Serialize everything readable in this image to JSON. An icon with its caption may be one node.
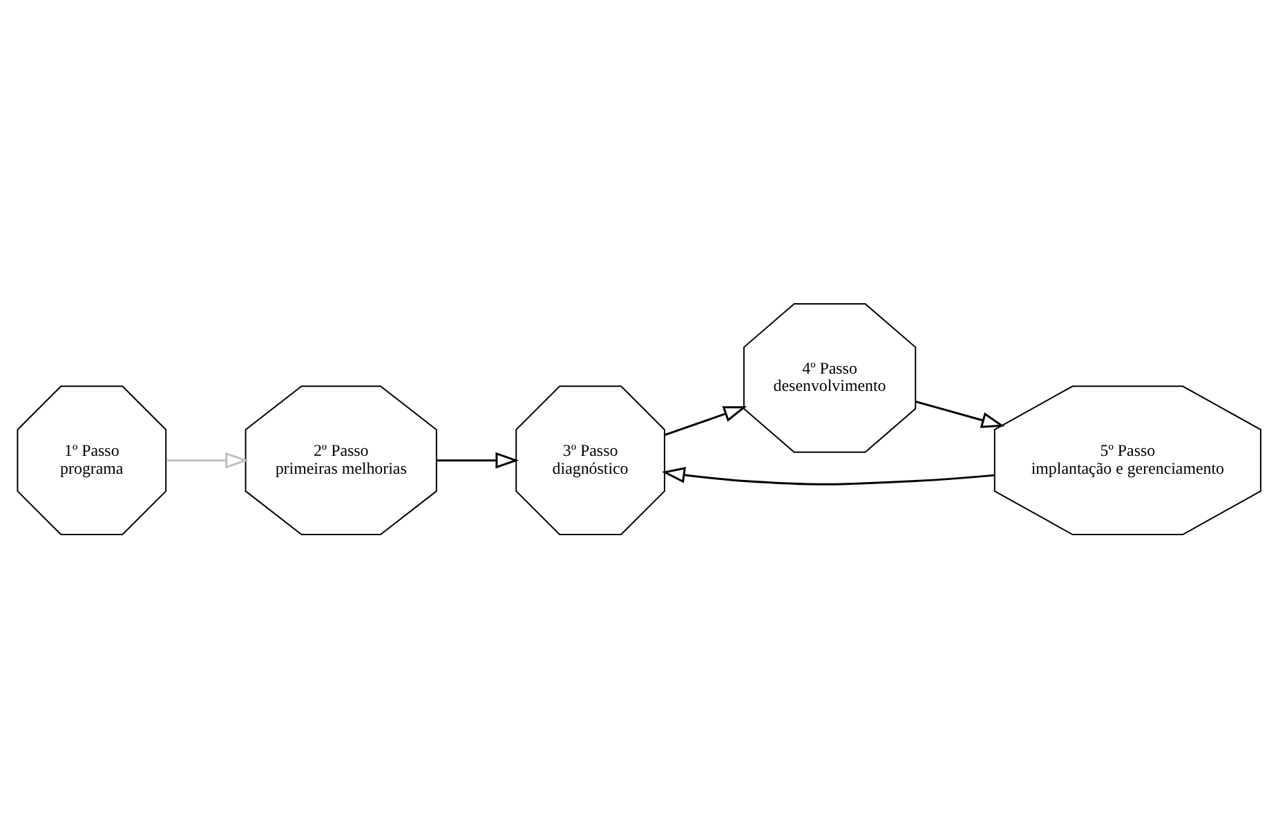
{
  "diagram": {
    "nodes": [
      {
        "text": [
          "1º Passo",
          "programa"
        ]
      },
      {
        "text": [
          "2º Passo",
          "primeiras melhorias"
        ]
      },
      {
        "text": [
          "3º Passo",
          "diagnóstico"
        ]
      },
      {
        "text": [
          "4º Passo",
          "desenvolvimento"
        ]
      },
      {
        "text": [
          "5º Passo",
          "implantação e gerenciamento"
        ]
      }
    ],
    "edges": [
      {
        "from": 0,
        "to": 1,
        "arrow": "to",
        "color": "#c0c0c0"
      },
      {
        "from": 1,
        "to": 2,
        "arrow": "to"
      },
      {
        "from": 2,
        "to": 3,
        "arrow": "to"
      },
      {
        "from": 3,
        "to": 4,
        "arrow": "to"
      },
      {
        "from": 4,
        "to": 2,
        "arrow": "to"
      }
    ]
  }
}
